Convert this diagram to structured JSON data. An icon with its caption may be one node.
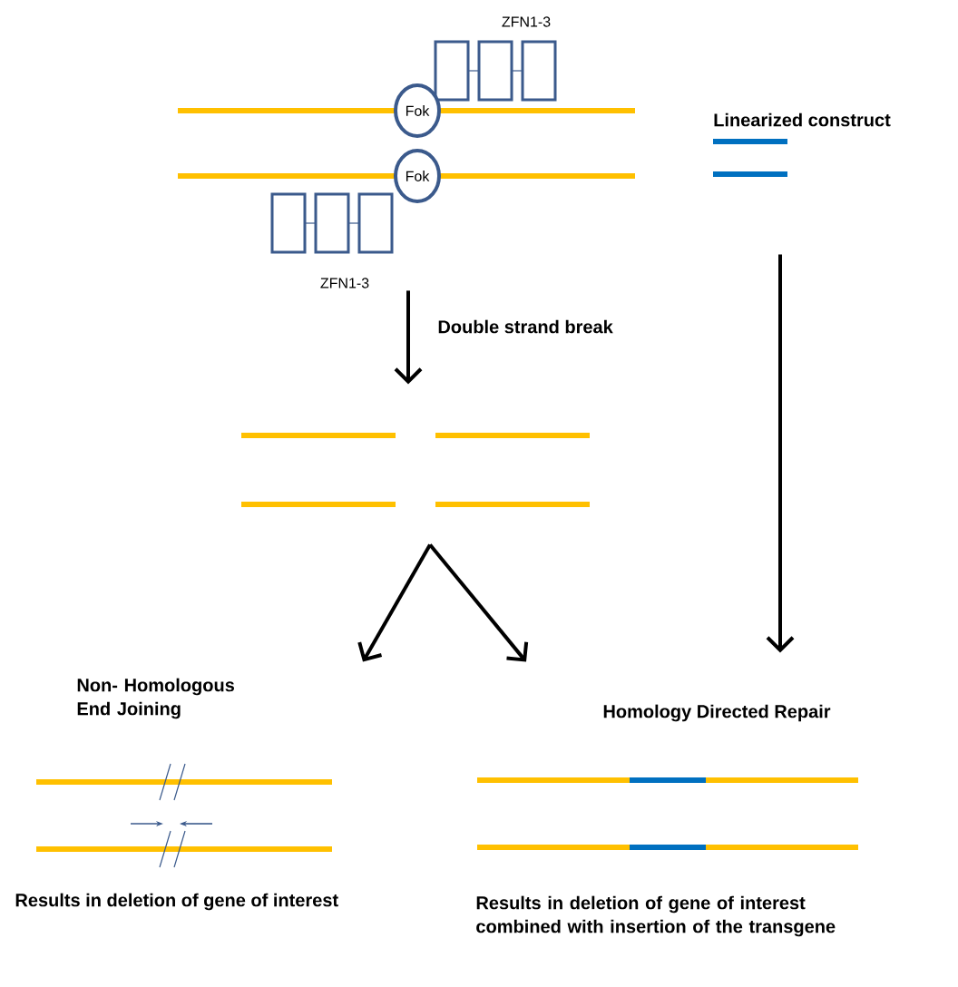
{
  "diagram": {
    "nodes": [
      {
        "text": [
          "Fok"
        ],
        "in": 2
      },
      {
        "text": [
          "Fok"
        ],
        "in": 2
      },
      {
        "text": [],
        "shape": "bar"
      },
      {
        "text": [],
        "shape": "bar",
        "beside": [
          "Linearized construct"
        ]
      },
      {
        "text": [],
        "shape": "bar"
      },
      {
        "text": [],
        "shape": "bar",
        "beside": [
          "Non- Homologous End Joining",
          "Results in deletion of gene of interest"
        ]
      },
      {
        "text": [],
        "shape": "bar",
        "beside": [
          "Homology Directed Repair",
          "Results in deletion  of gene of interest combined with insertion of the transgene"
        ]
      }
    ],
    "edges": [
      {
        "from": 2,
        "to": 4,
        "arrow": "to",
        "label": "Double strand break"
      },
      {
        "from": 4,
        "to": 5,
        "arrow": "to"
      },
      {
        "from": 4,
        "to": 6,
        "arrow": "to"
      },
      {
        "from": 3,
        "to": 6,
        "arrow": "to"
      }
    ],
    "labels": [
      "ZFN1-3",
      "ZFN1-3"
    ]
  }
}
